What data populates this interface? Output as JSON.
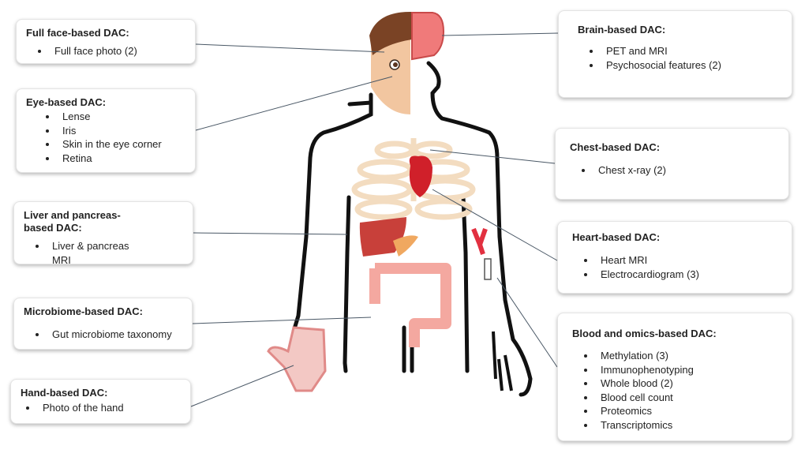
{
  "boxes": {
    "face": {
      "title": "Full face-based DAC:",
      "items": [
        "Full face photo (2)"
      ]
    },
    "eye": {
      "title": "Eye-based DAC:",
      "items": [
        "Lense",
        "Iris",
        "Skin in the eye corner",
        "Retina"
      ]
    },
    "liver": {
      "title": "Liver and pancreas-based DAC:",
      "items": [
        "Liver & pancreas MRI"
      ]
    },
    "microbiome": {
      "title": "Microbiome-based DAC:",
      "items": [
        "Gut microbiome taxonomy"
      ]
    },
    "hand": {
      "title": "Hand-based DAC:",
      "items": [
        "Photo of the hand"
      ]
    },
    "brain": {
      "title": "Brain-based DAC:",
      "items": [
        "PET and MRI",
        "Psychosocial features (2)"
      ]
    },
    "chest": {
      "title": "Chest-based DAC:",
      "items": [
        "Chest x-ray (2)"
      ]
    },
    "heart": {
      "title": "Heart-based DAC:",
      "items": [
        "Heart MRI",
        "Electrocardiogram (3)"
      ]
    },
    "blood": {
      "title": "Blood and omics-based DAC:",
      "items": [
        "Methylation (3)",
        "Immunophenotyping",
        "Whole blood (2)",
        "Blood cell count",
        "Proteomics",
        "Transcriptomics"
      ]
    }
  },
  "colors": {
    "outline": "#111111",
    "skin": "#f2c6a0",
    "hair": "#7a4325",
    "brain": "#f07a7a",
    "heart": "#d0202a",
    "liver": "#c8403a",
    "pancreas": "#f0a860",
    "gut": "#f4a8a0",
    "ribs": "#f3dcc0",
    "connector": "#4a5866"
  }
}
